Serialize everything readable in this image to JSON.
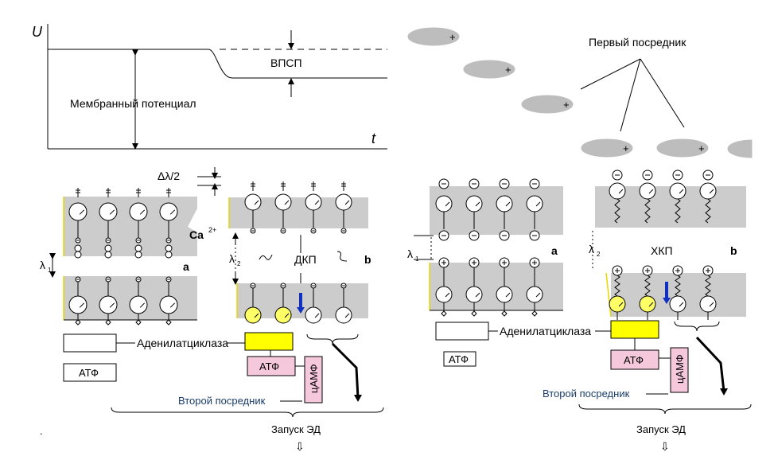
{
  "graph": {
    "y_axis": "U",
    "x_axis": "t",
    "vpsp": "ВПСП",
    "membrane_potential": "Мембранный потенциал",
    "delta_lambda": "Δλ/2"
  },
  "left": {
    "ca_label": "Ca",
    "ca_sup": "2+",
    "lambda1": "λ",
    "lambda1_sub": "1",
    "lambda2": "λ",
    "lambda2_sub": "2",
    "dkp": "ДКП",
    "label_a": "a",
    "label_b": "b",
    "adenylate": "Аденилатциклаза",
    "atf_white": "АТФ",
    "atf_pink": "АТФ",
    "camp": "цАМФ",
    "second_messenger": "Второй посредник",
    "launch": "Запуск ЭД",
    "arrow": "⇩",
    "dot": "."
  },
  "right": {
    "first_messenger": "Первый посредник",
    "lambda1": "λ",
    "lambda1_sub": "1",
    "lambda2": "λ",
    "lambda2_sub": "2",
    "hkp": "ХКП",
    "label_a": "a",
    "label_b": "b",
    "adenylate": "Аденилатциклаза",
    "atf_white": "АТФ",
    "atf_pink": "АТФ",
    "camp": "цАМФ",
    "second_messenger": "Второй посредник",
    "launch": "Запуск ЭД",
    "arrow": "⇩",
    "plus": "+"
  },
  "colors": {
    "membrane": "#cccccc",
    "enzyme": "#ffff00",
    "second_messenger_box": "#f6c8dc",
    "arrow_blue": "#1030c0",
    "second_messenger_text": "#1a3d6b"
  }
}
